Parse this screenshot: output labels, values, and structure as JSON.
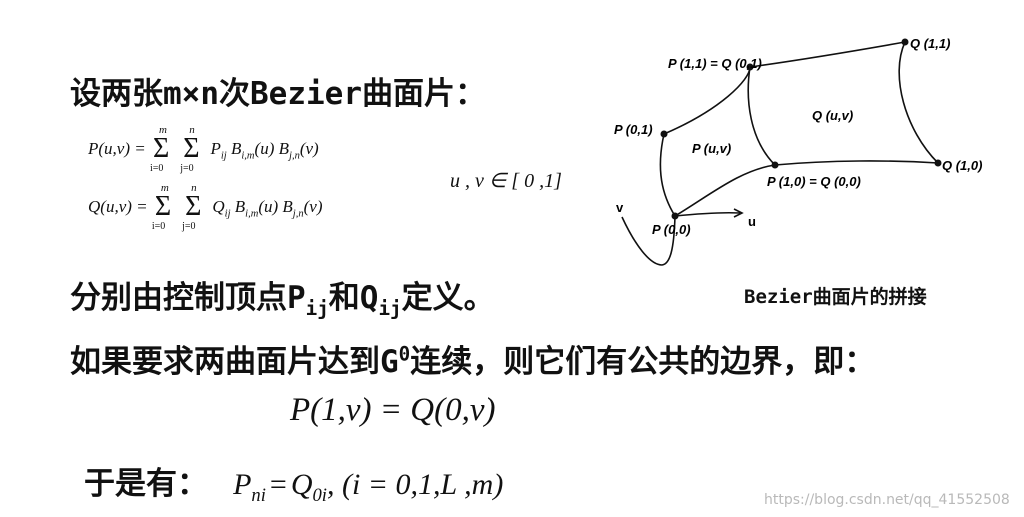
{
  "heading1": {
    "prefix": "设两张",
    "dims": "m×n",
    "mid": "次",
    "bezier": "Bezier",
    "suffix": "曲面片："
  },
  "eq_P": {
    "lhs": "P(u,v) =",
    "sum1": {
      "top": "m",
      "bottom": "i=0"
    },
    "sum2": {
      "top": "n",
      "bottom": "j=0"
    },
    "term": "P",
    "term_sub": "ij",
    "b1": "B",
    "b1_sub": "i,m",
    "b1_arg": "(u)",
    "b2": "B",
    "b2_sub": "j,n",
    "b2_arg": "(v)"
  },
  "eq_Q": {
    "lhs": "Q(u,v) =",
    "sum1": {
      "top": "m",
      "bottom": "i=0"
    },
    "sum2": {
      "top": "n",
      "bottom": "j=0"
    },
    "term": "Q",
    "term_sub": "ij",
    "b1": "B",
    "b1_sub": "i,m",
    "b1_arg": "(u)",
    "b2": "B",
    "b2_sub": "j,n",
    "b2_arg": "(v)"
  },
  "domain": "u , v ∈ [ 0 ,1]",
  "line2": {
    "prefix": "分别由控制顶点",
    "P": "P",
    "P_sub": "ij",
    "and": "和",
    "Q": "Q",
    "Q_sub": "ij",
    "suffix": "定义。"
  },
  "line3": {
    "prefix": "如果要求两曲面片达到",
    "G": "G",
    "G_sup": "0",
    "suffix": "连续，则它们有公共的边界，即："
  },
  "big_equation": "P(1,v) = Q(0,v)",
  "line4": {
    "prefix": "于是有：",
    "formula": "P",
    "formula_sub": "ni",
    "eq": "=",
    "formula2": "Q",
    "formula2_sub": "0i",
    "tail": ",   (i = 0,1,L  ,m)"
  },
  "diagram": {
    "labels": {
      "q11": "Q (1,1)",
      "p11q01": "P (1,1) = Q (0,1)",
      "p01": "P (0,1)",
      "puv": "P (u,v)",
      "quv": "Q (u,v)",
      "p10q00": "P (1,0) = Q (0,0)",
      "q10": "Q (1,0)",
      "p00": "P (0,0)",
      "axis_v": "v",
      "axis_u": "u"
    },
    "caption_bezier": "Bezier",
    "caption_rest": "曲面片的拼接"
  },
  "watermark": "https://blog.csdn.net/qq_41552508"
}
